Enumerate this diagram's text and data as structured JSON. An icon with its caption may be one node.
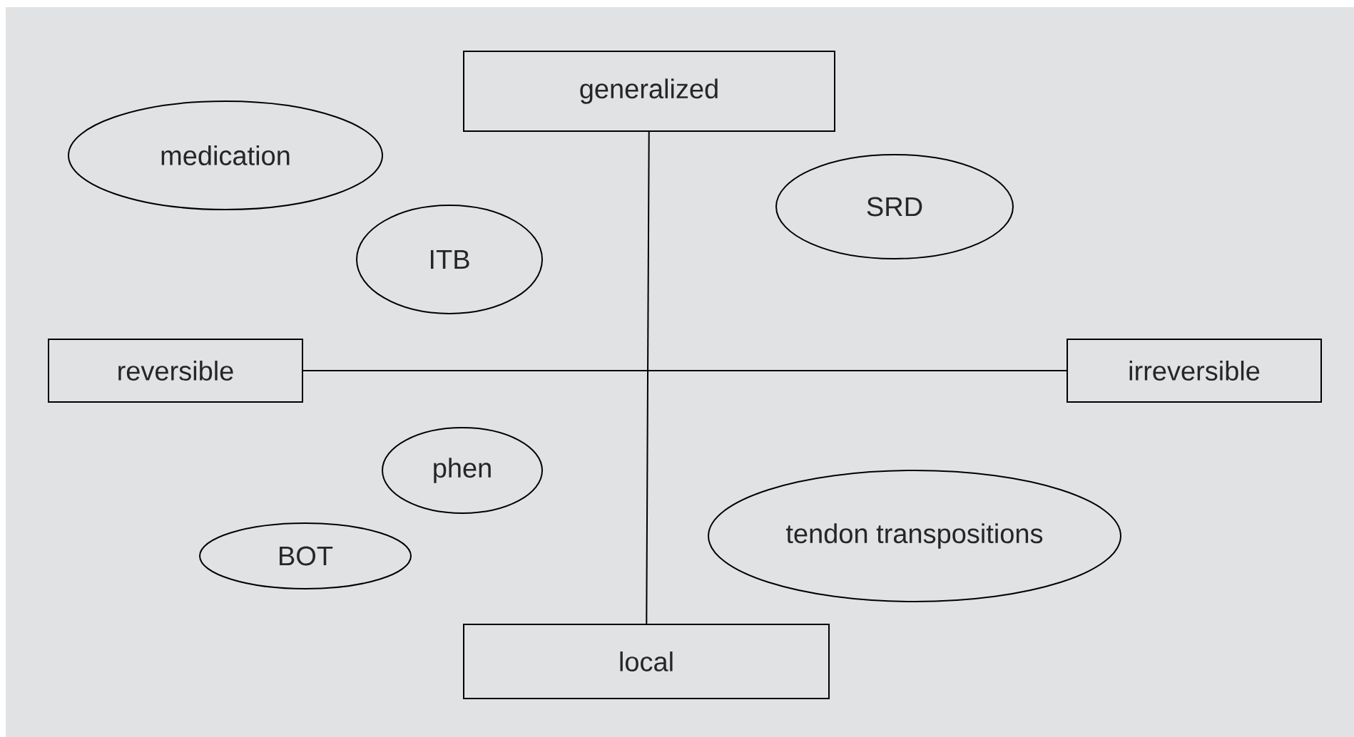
{
  "diagram": {
    "nodes": [
      {
        "text": [
          "generalized"
        ]
      },
      {
        "text": [
          "medication"
        ]
      },
      {
        "text": [
          "ITB"
        ]
      },
      {
        "text": [
          "SRD"
        ]
      },
      {
        "text": [
          "reversible"
        ]
      },
      {
        "text": [
          "irreversible"
        ]
      },
      {
        "text": [
          "phen"
        ]
      },
      {
        "text": [
          "BOT"
        ]
      },
      {
        "text": [
          "tendon transpositions"
        ]
      },
      {
        "text": [
          "local"
        ]
      }
    ],
    "edges": [
      {
        "from": 0,
        "to": 9,
        "arrow": "none"
      },
      {
        "from": 4,
        "to": 5,
        "arrow": "none"
      }
    ]
  }
}
